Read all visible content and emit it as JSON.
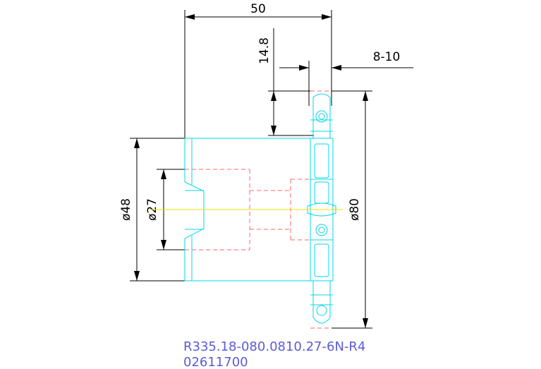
{
  "dimensions": {
    "overall_length": "50",
    "flange_offset": "14.8",
    "insert_range": "8-10",
    "shank_diameter": "ø48",
    "bore_diameter": "ø27",
    "cutter_diameter": "ø80"
  },
  "title_block": {
    "part_code": "R335.18-080.0810.27-6N-R4",
    "ordering_code": "02611700"
  },
  "colors": {
    "outline": "#00d8e6",
    "hidden_lines": "#ff6666",
    "centerline": "#f0e000",
    "dimension_lines": "#000000",
    "title_text": "#5b5bd6"
  }
}
